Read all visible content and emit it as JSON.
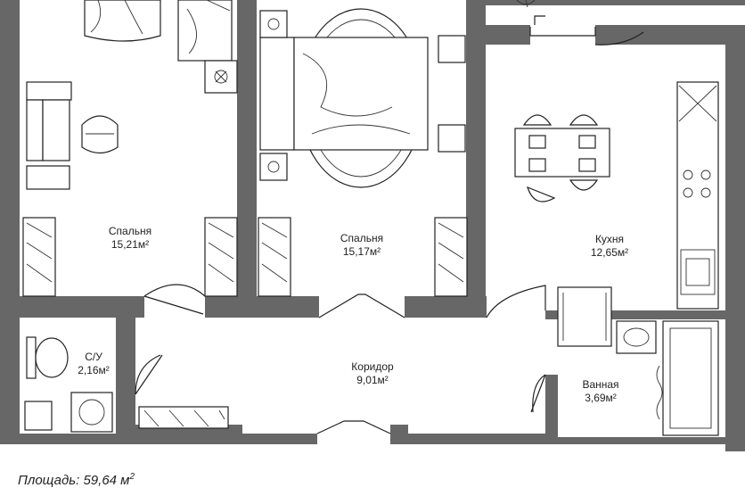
{
  "rooms": [
    {
      "name": "Спальня",
      "area": "15,21м²"
    },
    {
      "name": "Спальня",
      "area": "15,17м²"
    },
    {
      "name": "Кухня",
      "area": "12,65м²"
    },
    {
      "name": "С/У",
      "area": "2,16м²"
    },
    {
      "name": "Коридор",
      "area": "9,01м²"
    },
    {
      "name": "Ванная",
      "area": "3,69м²"
    }
  ],
  "total": {
    "label": "Площадь: 59,64 м",
    "unit_sup": "2"
  },
  "colors": {
    "wall": "#676767",
    "line": "#222222",
    "background": "#ffffff"
  }
}
